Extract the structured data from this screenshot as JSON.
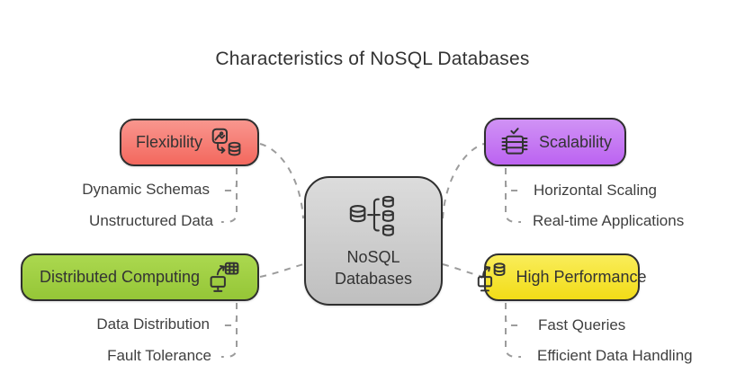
{
  "title": "Characteristics of NoSQL Databases",
  "center": {
    "label_line1": "NoSQL",
    "label_line2": "Databases",
    "icon": "database-cluster-icon",
    "color_top": "#dcdcdc",
    "color_bottom": "#bfbfbf"
  },
  "branches": [
    {
      "id": "flexibility",
      "label": "Flexibility",
      "icon": "image-to-database-icon",
      "color_top": "#f9968e",
      "color_bottom": "#f3685e",
      "children": [
        "Dynamic Schemas",
        "Unstructured Data"
      ]
    },
    {
      "id": "scalability",
      "label": "Scalability",
      "icon": "server-cluster-check-icon",
      "color_top": "#d092f5",
      "color_bottom": "#bc63f1",
      "children": [
        "Horizontal Scaling",
        "Real-time Applications"
      ]
    },
    {
      "id": "distributed-computing",
      "label": "Distributed Computing",
      "icon": "computer-to-table-icon",
      "color_top": "#abd84f",
      "color_bottom": "#95c637",
      "children": [
        "Data Distribution",
        "Fault Tolerance"
      ]
    },
    {
      "id": "high-performance",
      "label": "High Performance",
      "icon": "computer-database-sync-icon",
      "color_top": "#f9ed5a",
      "color_bottom": "#f2dc17",
      "children": [
        "Fast Queries",
        "Efficient Data Handling"
      ]
    }
  ],
  "connector_color": "#9c9c9c"
}
